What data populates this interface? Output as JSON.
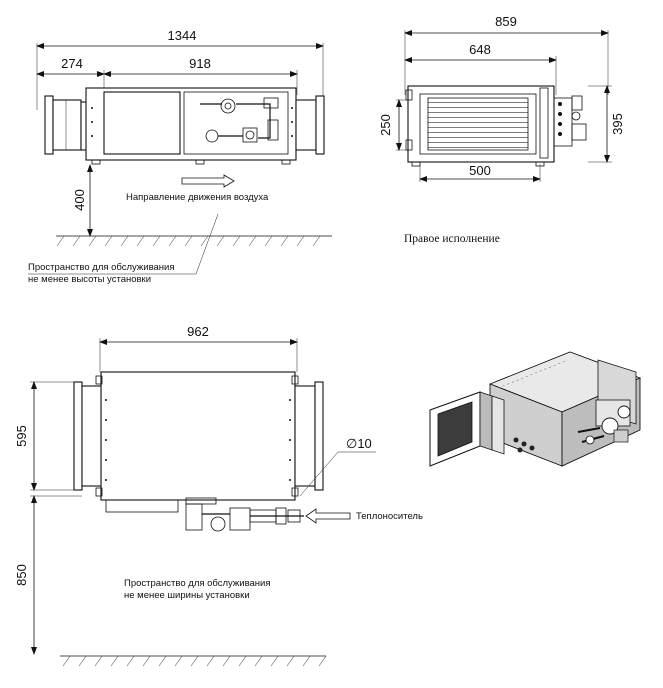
{
  "top_view": {
    "dim_total": "1344",
    "dim_left": "274",
    "dim_mid": "918",
    "dim_height": "400",
    "airflow_label": "Направление движения воздуха",
    "service_note_line1": "Пространство для обслуживания",
    "service_note_line2": "не менее высоты установки"
  },
  "side_view": {
    "dim_total": "859",
    "dim_mid": "648",
    "dim_bottom": "500",
    "dim_left": "250",
    "dim_right": "395",
    "caption": "Правое исполнение"
  },
  "plan_view": {
    "dim_width": "962",
    "dim_depth": "595",
    "dim_service": "850",
    "pipe_dia": "∅10",
    "heat_carrier": "Теплоноситель",
    "service_note_line1": "Пространство для обслуживания",
    "service_note_line2": "не менее ширины установки"
  }
}
